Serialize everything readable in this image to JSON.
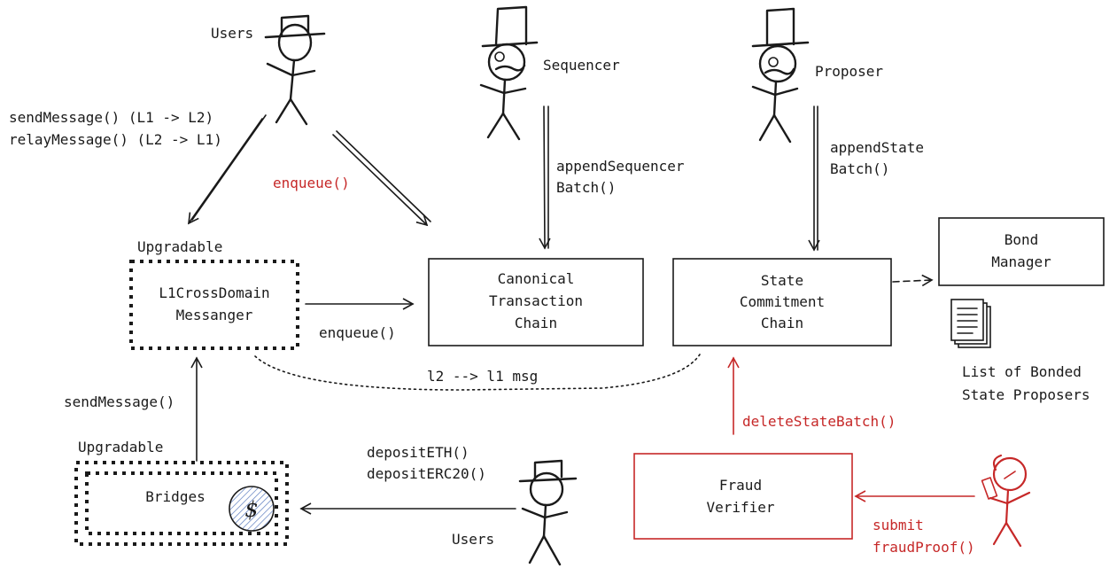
{
  "actors": {
    "users_top": "Users",
    "sequencer": "Sequencer",
    "proposer": "Proposer",
    "users_bottom": "Users"
  },
  "boxes": {
    "messenger_tag": "Upgradable",
    "messenger_line1": "L1CrossDomain",
    "messenger_line2": "Messanger",
    "ctc_line1": "Canonical",
    "ctc_line2": "Transaction",
    "ctc_line3": "Chain",
    "scc_line1": "State",
    "scc_line2": "Commitment",
    "scc_line3": "Chain",
    "bond_line1": "Bond",
    "bond_line2": "Manager",
    "bridges_tag": "Upgradable",
    "bridges_label": "Bridges",
    "coin_symbol": "$",
    "fraud_line1": "Fraud",
    "fraud_line2": "Verifier",
    "bonded_line1": "List of Bonded",
    "bonded_line2": "State Proposers"
  },
  "labels": {
    "send_message_l1l2": "sendMessage() (L1 -> L2)",
    "relay_message_l2l1": "relayMessage() (L2 -> L1)",
    "enqueue_red": "enqueue()",
    "append_seq_1": "appendSequencer",
    "append_seq_2": "Batch()",
    "append_state_1": "appendState",
    "append_state_2": "Batch()",
    "enqueue_black": "enqueue()",
    "l2_l1_msg": "l2 --> l1 msg",
    "send_message": "sendMessage()",
    "deposit_eth": "depositETH()",
    "deposit_erc20": "depositERC20()",
    "delete_state_batch": "deleteStateBatch()",
    "submit": "submit",
    "fraud_proof": "fraudProof()"
  },
  "colors": {
    "ink": "#1a1a1a",
    "accent_red": "#c62828",
    "coin_blue": "#8aa6d6"
  }
}
